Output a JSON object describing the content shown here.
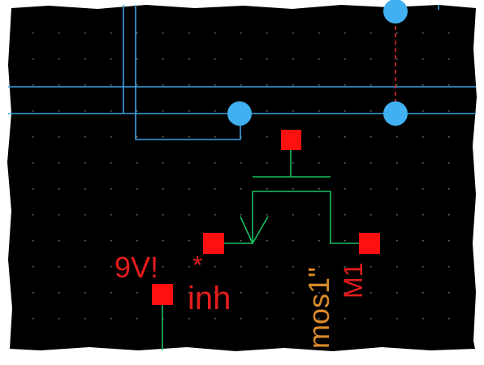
{
  "labels": {
    "voltage": "9V!",
    "asterisk": "*",
    "pin": "inh",
    "device_model": "mos1\"",
    "device_ref": "M1"
  },
  "colors": {
    "canvas_background": "#000000",
    "frame_background": "#ffffff",
    "grid_dot": "#6a6a6a",
    "wire": "#3aa3e6",
    "junction": "#40b0f0",
    "dashed_guide": "#ff2d2d",
    "component": "#18c060",
    "pin_square": "#ff1010",
    "label_red": "#e51c1c",
    "label_orange": "#d98a2a"
  },
  "icons": {
    "junction": "junction-dot-icon",
    "pin": "pin-square-icon",
    "transistor": "mos-transistor-icon"
  }
}
